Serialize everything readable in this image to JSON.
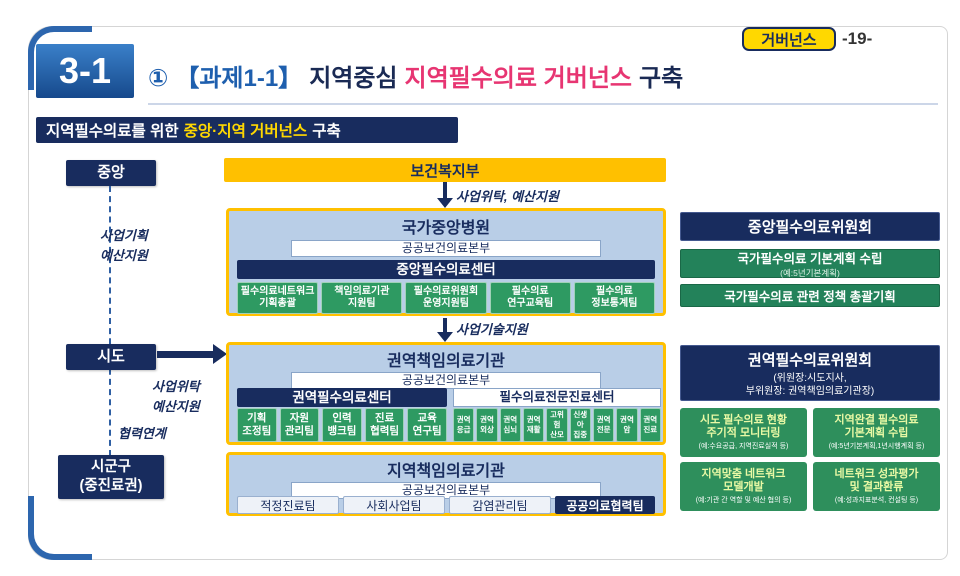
{
  "page": {
    "tag": "거버넌스",
    "number": "-19-"
  },
  "header": {
    "badge": "3-1",
    "bullet": "①",
    "task": "【과제1-1】",
    "title_1": "지역중심",
    "title_accent": "지역필수의료 거버넌스",
    "title_2": "구축"
  },
  "subtitle": {
    "pre": "지역필수의료를 위한",
    "highlight": "중앙·지역 거버넌스",
    "post": "구축"
  },
  "left_rail": {
    "central": "중앙",
    "sido": "시도",
    "sigungu": "시군구\n(중진료권)",
    "label_plan": "사업기획\n예산지원",
    "label_consign": "사업위탁\n예산지원",
    "label_coop": "협력연계"
  },
  "center": {
    "ministry": "보건복지부",
    "arrow1_label": "사업위탁, 예산지원",
    "arrow2_label": "사업기술지원",
    "box1": {
      "title": "국가중앙병원",
      "subtitle": "공공보건의료본부",
      "header": "중앙필수의료센터",
      "teams": [
        "필수의료네트워크\n기획총괄",
        "책임의료기관\n지원팀",
        "필수의료위원회\n운영지원팀",
        "필수의료\n연구교육팀",
        "필수의료\n정보통계팀"
      ]
    },
    "box2": {
      "title": "권역책임의료기관",
      "subtitle": "공공보건의료본부",
      "left_header": "권역필수의료센터",
      "left_teams": [
        "기획\n조정팀",
        "자원\n관리팀",
        "인력\n뱅크팀",
        "진료\n협력팀",
        "교육\n연구팀"
      ],
      "right_header": "필수의료전문진료센터",
      "right_teams": [
        "권역\n응급",
        "권역\n외상",
        "권역\n심뇌",
        "권역\n재활",
        "고위험\n산모",
        "신생아\n집중",
        "권역\n전문",
        "권역\n암",
        "권역\n진료"
      ]
    },
    "box3": {
      "title": "지역책임의료기관",
      "subtitle": "공공보건의료본부",
      "teams": [
        "적정진료팀",
        "사회사업팀",
        "감염관리팀",
        "공공의료협력팀"
      ]
    }
  },
  "right_col": {
    "committee_central": "중앙필수의료위원회",
    "policies": [
      {
        "title": "국가필수의료 기본계획 수립",
        "note": "(예:5년기본계획)"
      },
      {
        "title": "국가필수의료 관련 정책 총괄기획",
        "note": ""
      }
    ],
    "committee_regional": "권역필수의료위원회",
    "committee_regional_sub": "(위원장:시도지사,\n부위원장: 권역책임의료기관장)",
    "grid": [
      {
        "title": "시도 필수의료 현황\n주기적 모니터링",
        "note": "(예:수요공급, 지역진료실적 등)"
      },
      {
        "title": "지역완결 필수의료\n기본계획 수립",
        "note": "(예:5년기본계획,1년시행계획 등)"
      },
      {
        "title": "지역맞춤 네트워크\n모델개발",
        "note": "(예:기관 간 역할 및 예산 협의 등)"
      },
      {
        "title": "네트워크 성과평가\n및 결과환류",
        "note": "(예:성과지표분석, 컨설팅 등)"
      }
    ]
  }
}
